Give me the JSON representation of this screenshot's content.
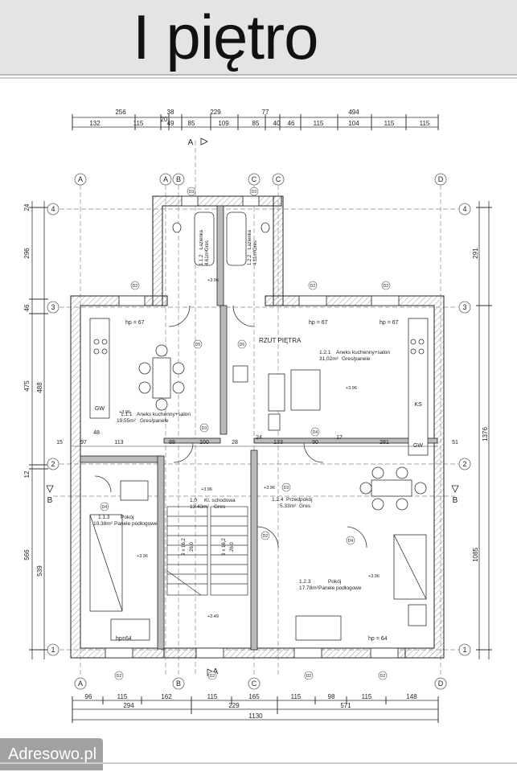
{
  "header": {
    "title": "I piętro"
  },
  "watermark": {
    "text": "Adresowo.pl"
  },
  "plan": {
    "top_dims_row1": [
      "256",
      "38",
      "229",
      "77",
      "494"
    ],
    "top_dims_row2": [
      "132",
      "115",
      "20",
      "49",
      "85",
      "109",
      "85",
      "40",
      "46",
      "115",
      "104",
      "115",
      "115"
    ],
    "bottom_dims_row1": [
      "96",
      "115",
      "162",
      "115",
      "165",
      "115",
      "98",
      "115",
      "148"
    ],
    "bottom_dims_row2": [
      "294",
      "229",
      "571"
    ],
    "bottom_total": "1130",
    "left_dims": [
      "296",
      "46",
      "475",
      "12",
      "566",
      "488",
      "539",
      "24"
    ],
    "right_dims": [
      "291",
      "1376",
      "1085"
    ],
    "grid_letters": [
      "A",
      "A",
      "B",
      "C",
      "C",
      "D",
      "A",
      "B",
      "C",
      "D"
    ],
    "grid_numbers": [
      "4",
      "3",
      "2",
      "1",
      "4",
      "3",
      "2",
      "1"
    ],
    "section_labels": [
      "A",
      "A",
      "B",
      "B"
    ],
    "drawing_title": "RZUT PIĘTRA",
    "rooms": [
      {
        "id": "1.1.2",
        "name": "Łazienka",
        "area": "4.61m²",
        "floor": "Gres"
      },
      {
        "id": "1.2.2",
        "name": "Łazienka",
        "area": "4.11m²",
        "floor": "Gres"
      },
      {
        "id": "1.2.1",
        "name": "Aneks kuchenny+salon",
        "area": "31,02m²",
        "floor": "Gres/panele"
      },
      {
        "id": "1.1.1",
        "name": "Aneks kuchenny+salon",
        "area": "19.55m²",
        "floor": "Gres/panele"
      },
      {
        "id": "1.1.3",
        "name": "Pokój",
        "area": "10.38m²",
        "floor": "Panele podłogowe"
      },
      {
        "id": "1.0",
        "name": "Kl. schodowa",
        "area": "13.43m²",
        "floor": "Gres"
      },
      {
        "id": "1.2.4",
        "name": "Przedpokój",
        "area": "5.33m²",
        "floor": "Gres"
      },
      {
        "id": "1.2.3",
        "name": "Pokój",
        "area": "17.78m²",
        "floor": "Panele podłogowe"
      }
    ],
    "heights": [
      "hp = 67",
      "hp = 67",
      "hp = 67",
      "hp=64",
      "hp = 64"
    ],
    "levels": [
      "+3.96",
      "+3.96",
      "+3.96",
      "+3.96",
      "+3.96",
      "+3.96",
      "+3.96",
      "+2.49"
    ],
    "door_tags": [
      "D3",
      "D3",
      "D5",
      "D5",
      "D3",
      "D4",
      "D3",
      "D4",
      "D4"
    ],
    "window_tags": [
      "D2",
      "D2",
      "D2",
      "D2",
      "D2",
      "D2",
      "D2",
      "D2"
    ],
    "stair_labels": [
      "9 x 16,2",
      "26,0",
      "9 x 16,2",
      "26,0"
    ],
    "mid_dims": [
      "15",
      "97",
      "113",
      "88",
      "100",
      "28",
      "24",
      "133",
      "90",
      "17",
      "281",
      "51",
      "48"
    ],
    "fixtures": [
      "GW",
      "KS",
      "GW"
    ]
  }
}
